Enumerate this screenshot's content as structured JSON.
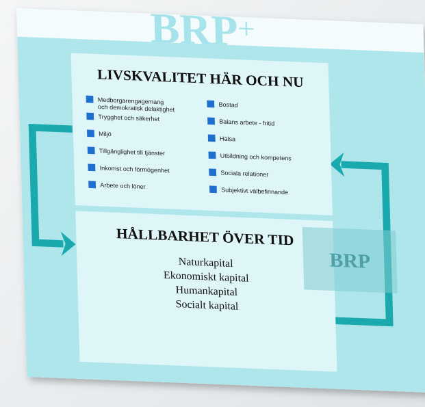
{
  "header": {
    "logo": "BRP",
    "logo_suffix": "+"
  },
  "life_quality": {
    "title": "LIVSKVALITET HÄR OCH NU",
    "left_items": [
      [
        "Medborgarengagemang",
        "och demokratisk delaktighet"
      ],
      [
        "Trygghet och säkerhet"
      ],
      [
        "Miljö"
      ],
      [
        "Tillgänglighet till tjänster"
      ],
      [
        "Inkomst och förmögenhet"
      ],
      [
        "Arbete och löner"
      ]
    ],
    "right_items": [
      [
        "Bostad"
      ],
      [
        "Balans arbete - fritid"
      ],
      [
        "Hälsa"
      ],
      [
        "Utbildning och kompetens"
      ],
      [
        "Sociala relationer"
      ],
      [
        "Subjektivt välbefinnande"
      ]
    ]
  },
  "sustainability": {
    "title": "HÅLLBARHET ÖVER TID",
    "items": [
      "Naturkapital",
      "Ekonomiskt kapital",
      "Humankapital",
      "Socialt kapital"
    ]
  },
  "brp_box": {
    "label": "BRP"
  },
  "colors": {
    "card": "#f3fbfc",
    "frame": "#aee6ec",
    "panel": "#dff6f8",
    "arrow": "#1aa9ad",
    "bullet": "#1f6fce",
    "brp_overlay": "#7fcbd0",
    "text": "#111111"
  }
}
